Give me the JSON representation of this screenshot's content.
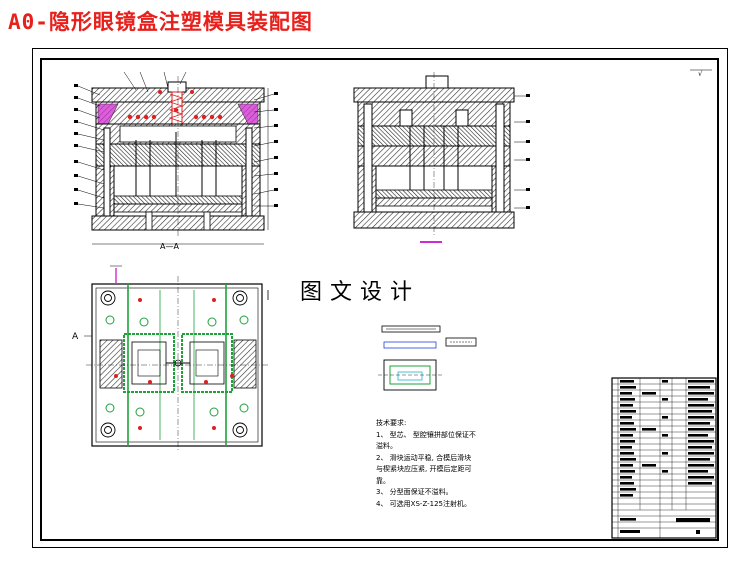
{
  "title": "A0-隐形眼镜盒注塑模具装配图",
  "watermark": "图文设计",
  "section_label_main": "A—A",
  "view_label_left": "A",
  "tech_notes": [
    "技术要求:",
    "1、 型芯、 型腔镶拼部位保证不",
    "溢料。",
    "2、 滑块运动平稳, 合模后滑块",
    "与楔紧块应压紧, 开模后定距可",
    "靠。",
    "3、 分型面保证不溢料。",
    "4、 可选用XS-Z-125注射机。"
  ],
  "colors": {
    "title": "#e8201c",
    "line": "#000000",
    "hatch": "#3a3a3a",
    "green": "#1ea33a",
    "red": "#e02020",
    "magenta": "#d02ad0",
    "blue": "#2040e0",
    "cyan": "#18b8c8"
  }
}
